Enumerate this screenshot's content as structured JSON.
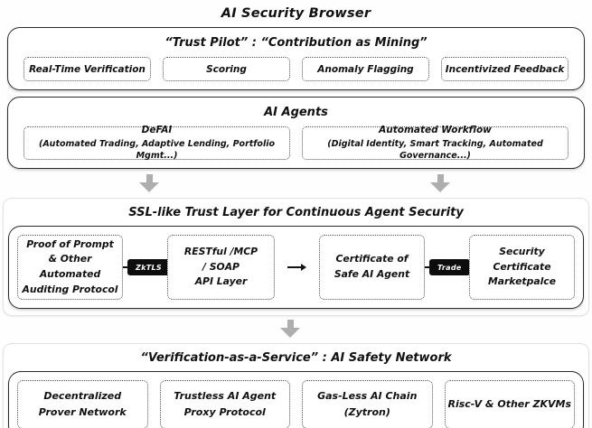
{
  "title": "AI Security Browser",
  "trust_pilot": {
    "heading": "“Trust Pilot” : “Contribution as Mining”",
    "items": [
      "Real-Time Verification",
      "Scoring",
      "Anomaly Flagging",
      "Incentivized Feedback"
    ]
  },
  "ai_agents": {
    "heading": "AI Agents",
    "defai": {
      "title": "DeFAI",
      "subtitle": "(Automated Trading, Adaptive Lending, Portfolio Mgmt...)"
    },
    "workflow": {
      "title": "Automated Workflow",
      "subtitle": "(Digital Identity, Smart Tracking, Automated Governance...)"
    }
  },
  "trust_layer": {
    "heading": "SSL-like Trust Layer for Continuous Agent Security",
    "proof_box": {
      "line1": "Proof of Prompt",
      "line2": "& Other Automated",
      "line3": "Auditing Protocol"
    },
    "zktls_label": "ZkTLS",
    "api_box": {
      "line1": "RESTful /MCP",
      "line2": "/ SOAP",
      "line3": "API Layer"
    },
    "cert_box": {
      "line1": "Certificate of",
      "line2": "Safe AI Agent"
    },
    "trade_label": "Trade",
    "market_box": {
      "line1": "Security",
      "line2": "Certificate",
      "line3": "Marketpalce"
    }
  },
  "safety_network": {
    "heading": "“Verification-as-a-Service” : AI Safety Network",
    "items": [
      {
        "line1": "Decentralized",
        "line2": "Prover Network"
      },
      {
        "line1": "Trustless AI Agent",
        "line2": "Proxy Protocol"
      },
      {
        "line1": "Gas-Less AI Chain",
        "line2": "(Zytron)"
      },
      {
        "line1": "Risc-V & Other ZKVMs"
      }
    ]
  },
  "colors": {
    "badge_bg": "#0d0d0d",
    "badge_text": "#ffffff",
    "arrow_gray": "#aeaeae",
    "card_border": "#2b2b2b",
    "text": "#111111"
  },
  "icons": {
    "down_arrow": "thick-gray-down-arrow",
    "flow_arrow": "black-right-arrowhead"
  }
}
